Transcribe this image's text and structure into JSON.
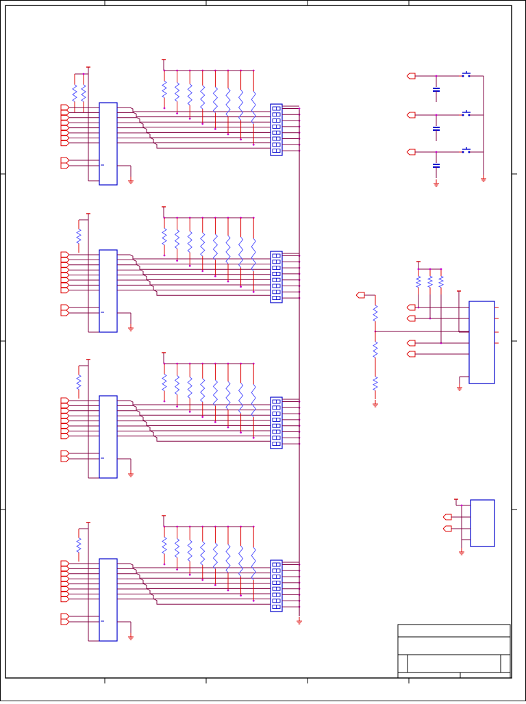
{
  "sheet": {
    "zones_top": [
      "",
      "",
      "",
      "",
      ""
    ],
    "zones_side": [
      "",
      "",
      "",
      ""
    ],
    "title_block": {
      "title": "",
      "size": "",
      "document_number": "",
      "revision": "",
      "date": "",
      "sheet": ""
    }
  },
  "colors": {
    "border": "#000000",
    "wire": "#800040",
    "part": "#0000cc",
    "pin": "#dd0000",
    "junction": "#cc00cc",
    "resistor": "#5555ff"
  },
  "icons": {
    "ground": "ground-icon",
    "power": "power-flag-icon",
    "port": "offpage-connector-icon",
    "resistor": "resistor-icon",
    "capacitor": "capacitor-icon",
    "switch": "pushbutton-switch-icon"
  },
  "diagram": {
    "channel_blocks": 4,
    "pullup_resistors_per_block": 8,
    "dip_positions_per_block": 8,
    "button_rows": 3,
    "divider_resistors": 3
  }
}
